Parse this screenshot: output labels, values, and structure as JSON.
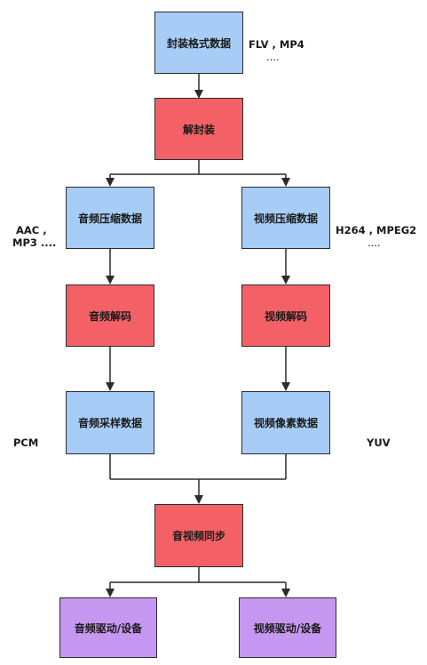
{
  "colors": {
    "blue": "#a7cdf7",
    "red": "#f36167",
    "purple": "#c697f0",
    "line": "#2b2b2b"
  },
  "nodes": {
    "demux_input": "封装格式数据",
    "demux": "解封装",
    "audio_compressed": "音频压缩数据",
    "video_compressed": "视频压缩数据",
    "audio_decode": "音频解码",
    "video_decode": "视频解码",
    "audio_samples": "音频采样数据",
    "video_pixels": "视频像素数据",
    "av_sync": "音视频同步",
    "audio_device": "音频驱动/设备",
    "video_device": "视频驱动/设备"
  },
  "annotations": {
    "container_formats": {
      "line1": "FLV , MP4",
      "line2": "...."
    },
    "audio_codecs": {
      "line1": "AAC ,",
      "line2": "MP3 ...."
    },
    "video_codecs": {
      "line1": "H264 , MPEG2",
      "line2": "...."
    },
    "audio_raw": "PCM",
    "video_raw": "YUV"
  }
}
